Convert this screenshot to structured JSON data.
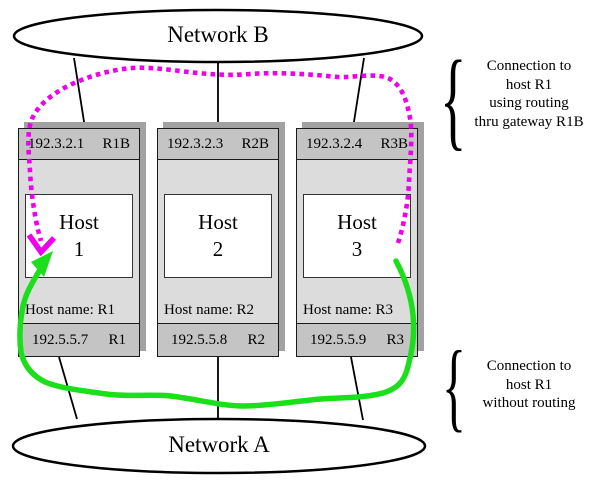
{
  "diagram": {
    "network_top": {
      "label": "Network B"
    },
    "network_bottom": {
      "label": "Network A"
    },
    "hosts": [
      {
        "gateway_ip": "192.3.2.1",
        "gateway_label": "R1B",
        "host_word": "Host",
        "host_number": "1",
        "host_name": "Host name: R1",
        "ip": "192.5.5.7",
        "ip_label": "R1"
      },
      {
        "gateway_ip": "192.3.2.3",
        "gateway_label": "R2B",
        "host_word": "Host",
        "host_number": "2",
        "host_name": "Host name: R2",
        "ip": "192.5.5.8",
        "ip_label": "R2"
      },
      {
        "gateway_ip": "192.3.2.4",
        "gateway_label": "R3B",
        "host_word": "Host",
        "host_number": "3",
        "host_name": "Host name: R3",
        "ip": "192.5.5.9",
        "ip_label": "R3"
      }
    ],
    "annotations": {
      "routed": {
        "brace": "{",
        "lines": [
          "Connection to",
          "host R1",
          "using routing",
          "thru gateway R1B"
        ]
      },
      "direct": {
        "brace": "{",
        "lines": [
          "Connection to",
          "host R1",
          "without routing"
        ]
      }
    },
    "colors": {
      "routed_path": "#ee00ee",
      "direct_path": "#1bdf1b"
    }
  }
}
